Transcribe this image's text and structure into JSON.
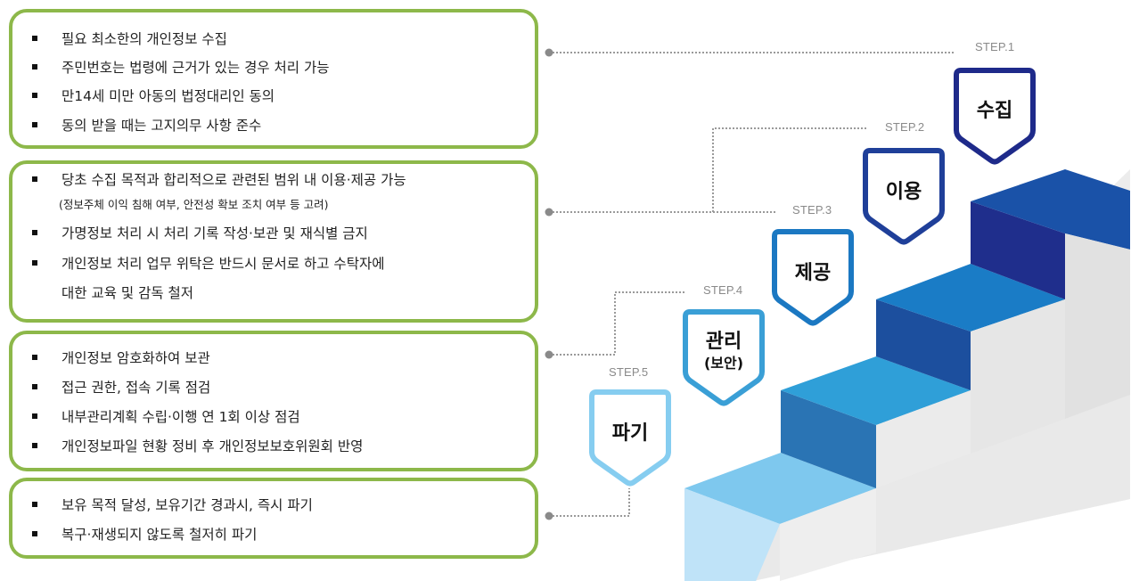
{
  "boxes": [
    {
      "items": [
        "필요 최소한의 개인정보 수집",
        "주민번호는 법령에 근거가 있는 경우 처리 가능",
        "만14세 미만 아동의 법정대리인 동의",
        "동의 받을 때는 고지의무 사항 준수"
      ]
    },
    {
      "items": [
        "당초  수집 목적과 합리적으로 관련된 범위 내 이용·제공 가능",
        "(정보주체 이익 침해 여부, 안전성 확보 조치 여부 등 고려)",
        "가명정보 처리 시 처리 기록 작성·보관 및 재식별 금지",
        "개인정보 처리 업무 위탁은 반드시 문서로 하고 수탁자에",
        "대한  교육 및 감독 철저"
      ]
    },
    {
      "items": [
        "개인정보 암호화하여 보관",
        "접근 권한, 접속 기록 점검",
        "내부관리계획 수립·이행 연 1회 이상 점검",
        "개인정보파일 현황 정비 후 개인정보보호위원회 반영"
      ]
    },
    {
      "items": [
        "보유 목적 달성, 보유기간 경과시, 즉시 파기",
        "복구·재생되지 않도록 철저히 파기"
      ]
    }
  ],
  "steps": [
    {
      "label": "STEP.1",
      "title": "수집",
      "sub": "",
      "color": "#1e2a8a"
    },
    {
      "label": "STEP.2",
      "title": "이용",
      "sub": "",
      "color": "#1f3f99"
    },
    {
      "label": "STEP.3",
      "title": "제공",
      "sub": "",
      "color": "#1b78c2"
    },
    {
      "label": "STEP.4",
      "title": "관리",
      "sub": "(보안)",
      "color": "#3a9fd6"
    },
    {
      "label": "STEP.5",
      "title": "파기",
      "sub": "",
      "color": "#86cdf0"
    }
  ],
  "colors": {
    "box_border": "#8db84a",
    "connector": "#9a9a9a"
  }
}
